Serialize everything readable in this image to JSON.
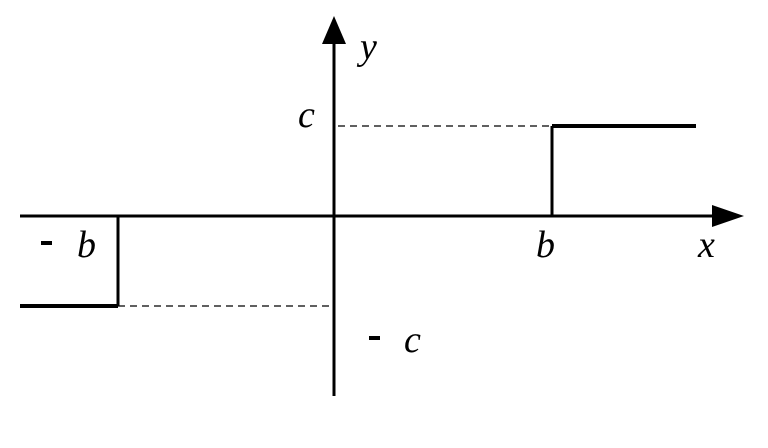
{
  "diagram": {
    "axes": {
      "x_label": "x",
      "y_label": "y"
    },
    "ticks": {
      "x_positive": "b",
      "x_negative_var": "b",
      "y_positive": "c",
      "y_negative_var": "c",
      "minus_sign": "-"
    },
    "function": {
      "type": "piecewise-step",
      "levels": {
        "left": "-c",
        "right": "c"
      },
      "breakpoints": [
        "-b",
        "b"
      ]
    },
    "colors": {
      "ink": "#000000",
      "background": "#ffffff"
    }
  }
}
